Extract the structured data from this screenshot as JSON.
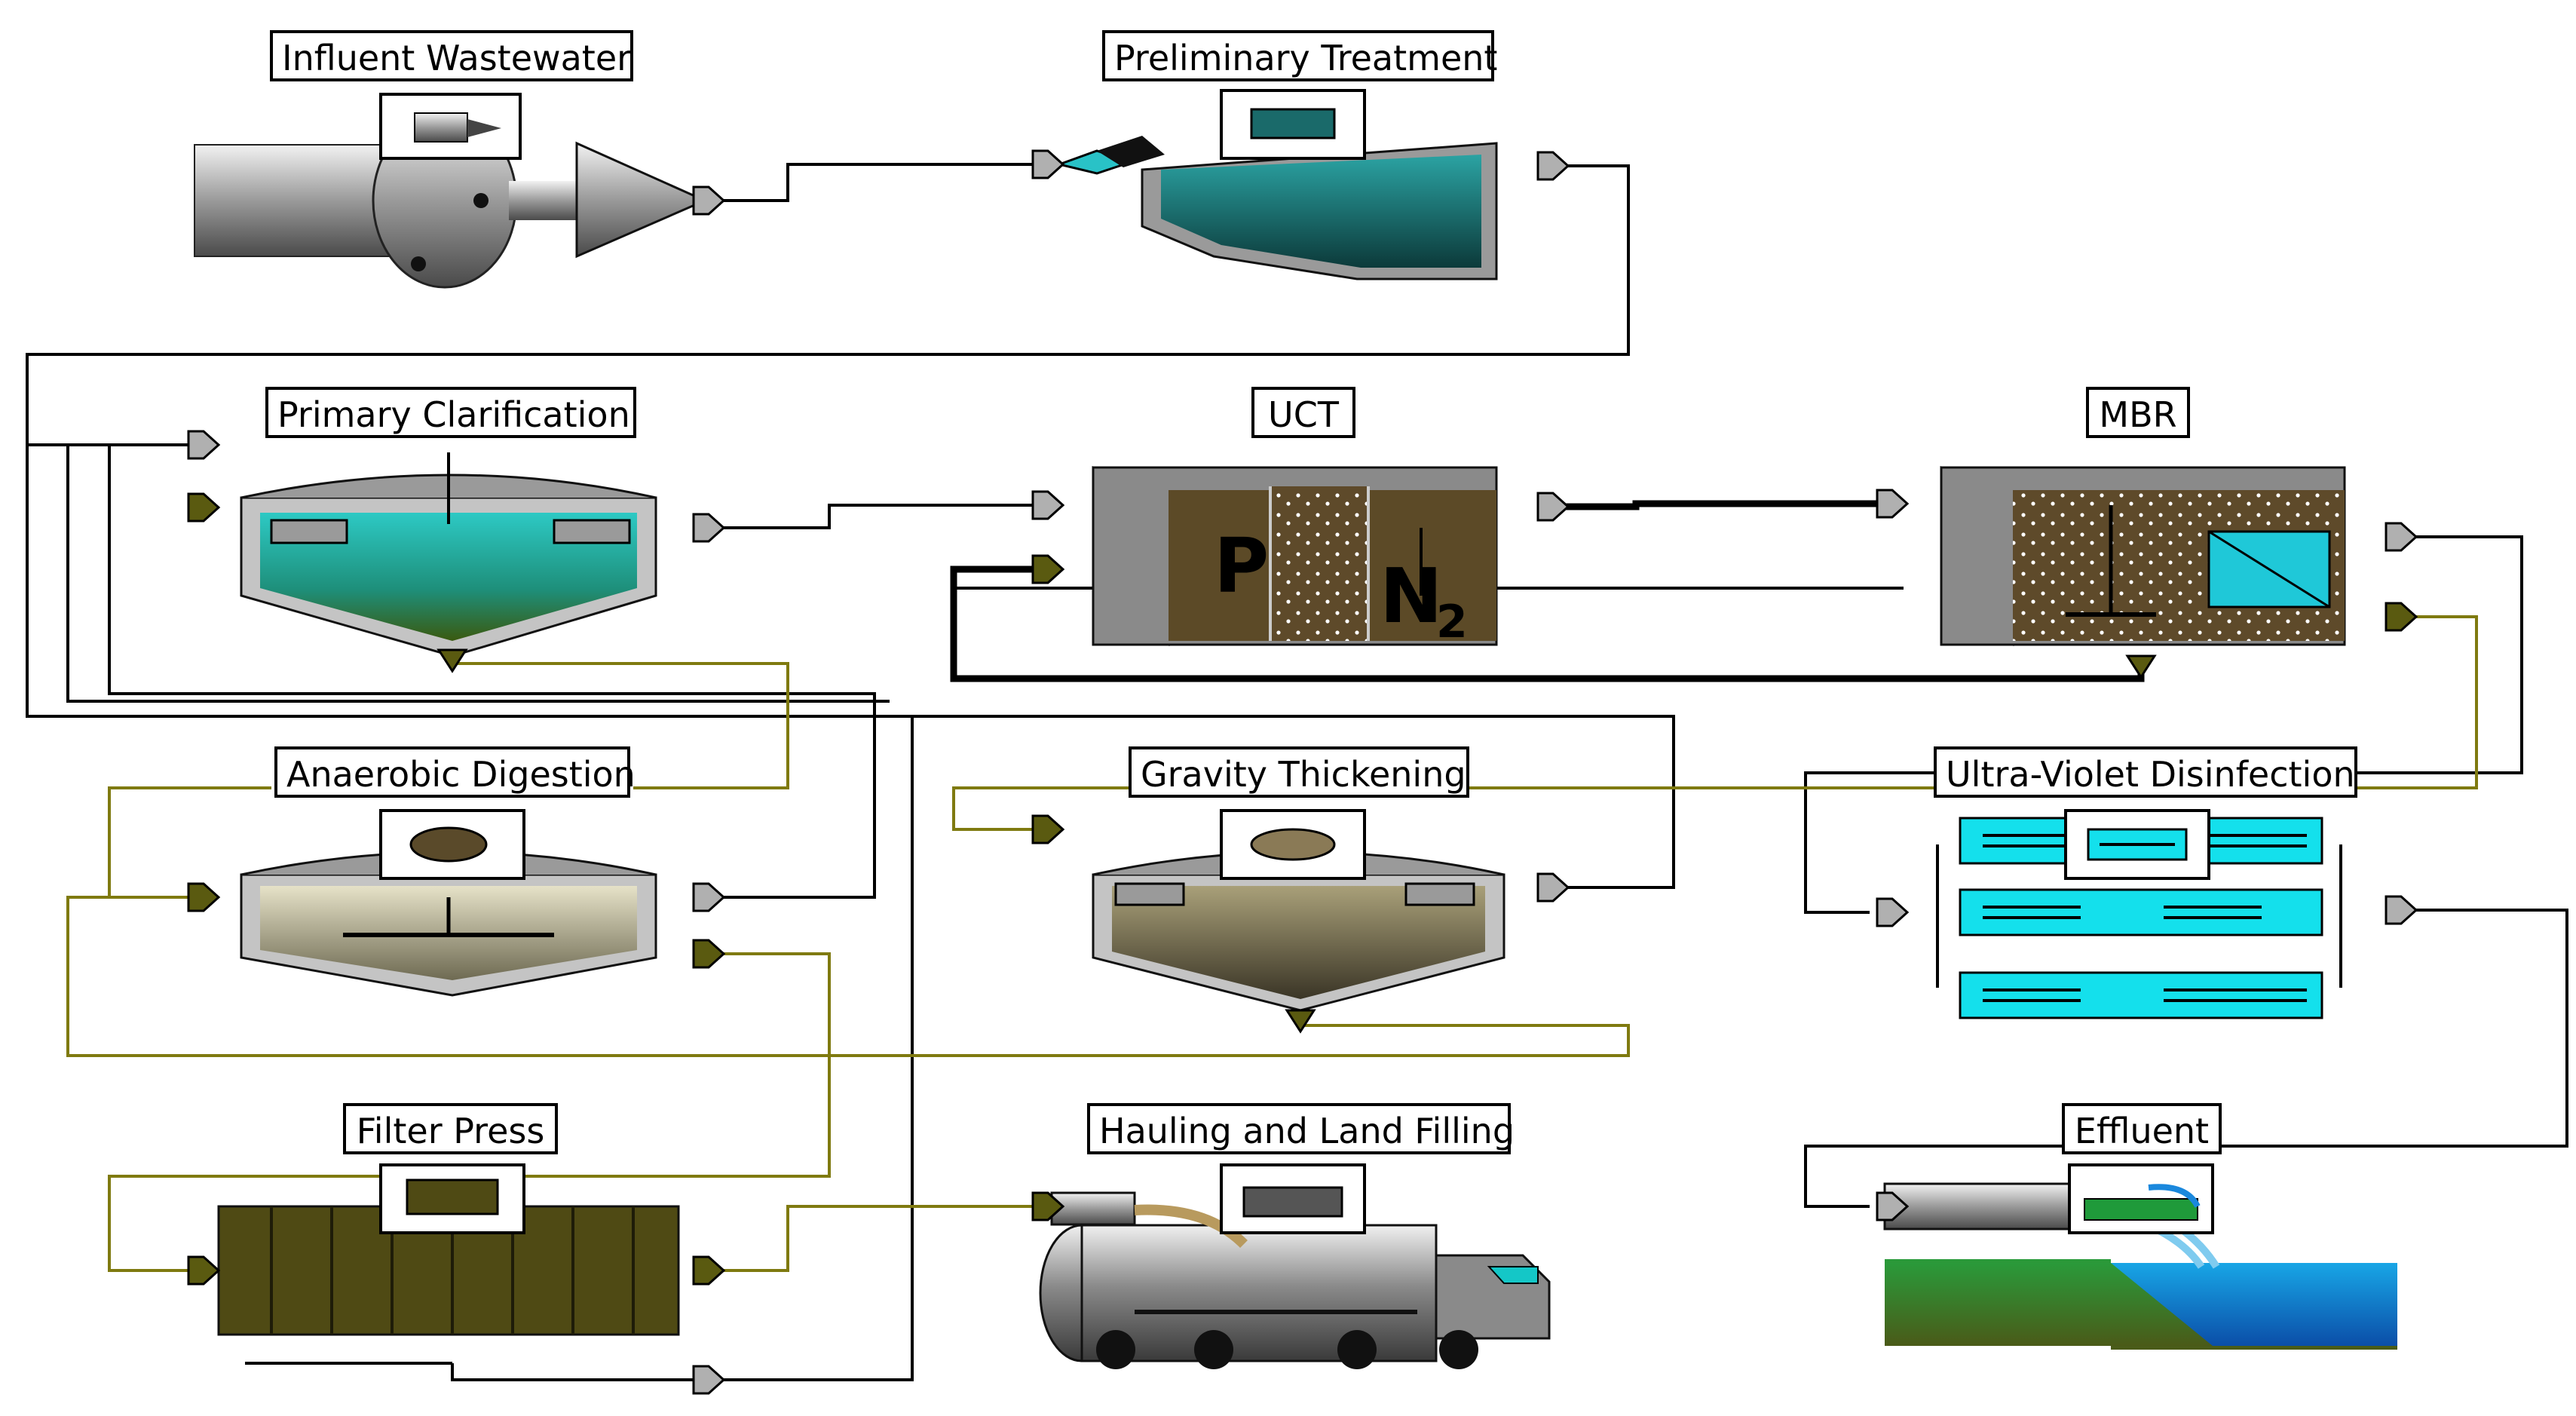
{
  "units": {
    "influent": {
      "label": "Influent Wastewater",
      "icon": "pipe-outlet-icon"
    },
    "preliminary": {
      "label": "Preliminary Treatment",
      "icon": "grit-chamber-icon"
    },
    "primary": {
      "label": "Primary Clarification",
      "icon": "clarifier-icon"
    },
    "uct": {
      "label": "UCT",
      "zone_p": "P",
      "zone_n": "N",
      "zone_n_sub": "2"
    },
    "mbr": {
      "label": "MBR",
      "icon": "membrane-icon"
    },
    "digestion": {
      "label": "Anaerobic Digestion",
      "icon": "digester-icon"
    },
    "thickening": {
      "label": "Gravity Thickening",
      "icon": "thickener-icon"
    },
    "uv": {
      "label": "Ultra-Violet Disinfection",
      "icon": "uv-lamp-icon"
    },
    "filterpress": {
      "label": "Filter Press",
      "icon": "filter-press-icon"
    },
    "hauling": {
      "label": "Hauling and Land Filling",
      "icon": "truck-icon"
    },
    "effluent": {
      "label": "Effluent",
      "icon": "outfall-icon"
    }
  },
  "colors": {
    "liquid_line": "#000000",
    "sludge_line": "#7f7a10",
    "water": "#1fb9b5",
    "sludge": "#5b4a2c",
    "press": "#4f4a14",
    "uv": "#14e0ec",
    "tank_wall": "#c4c4c4"
  }
}
